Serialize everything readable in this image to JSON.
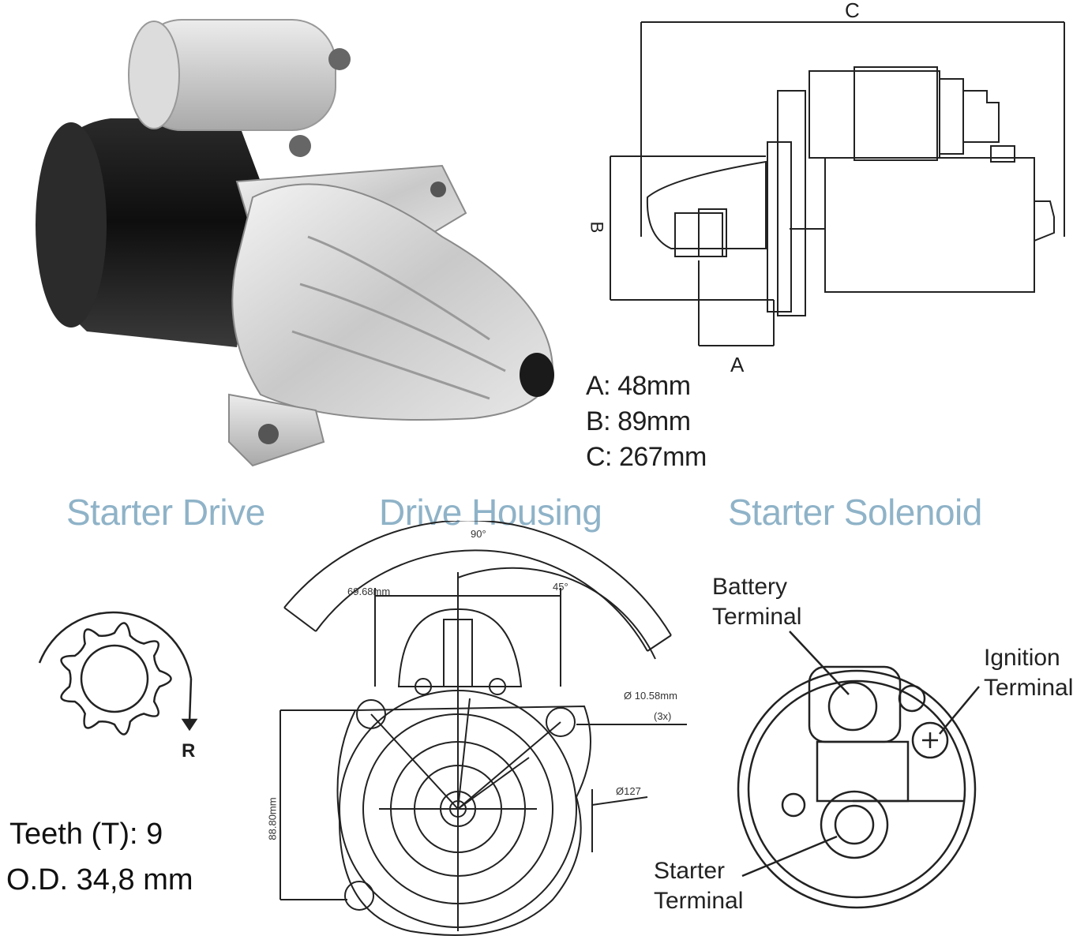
{
  "dimensions": {
    "label_a": "A",
    "label_b": "B",
    "label_c": "C",
    "a": "A: 48mm",
    "b": "B: 89mm",
    "c": "C: 267mm"
  },
  "sections": {
    "starter_drive": "Starter Drive",
    "drive_housing": "Drive Housing",
    "starter_solenoid": "Starter Solenoid"
  },
  "starter_drive": {
    "rotation": "R",
    "teeth": "Teeth (T):  9",
    "od": "O.D. 34,8 mm"
  },
  "drive_housing": {
    "angle_outer": "90°",
    "angle_inner": "45°",
    "width": "69.68mm",
    "hole": "Ø 10.58mm",
    "hole_count": "(3x)",
    "pilot": "Ø127",
    "height": "88.80mm"
  },
  "solenoid": {
    "battery_1": "Battery",
    "battery_2": "Terminal",
    "ignition_1": "Ignition",
    "ignition_2": "Terminal",
    "starter_1": "Starter",
    "starter_2": "Terminal"
  },
  "colors": {
    "section_title": "#8fb3c8",
    "line": "#222222",
    "motor_body": "#1c1c1c",
    "housing_silver": "#cfcfcf"
  }
}
